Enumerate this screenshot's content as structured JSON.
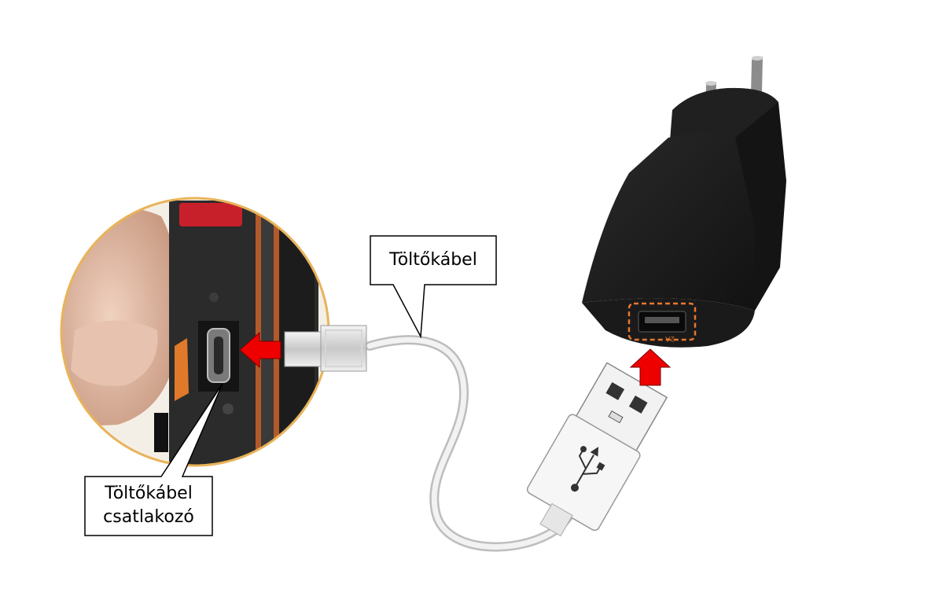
{
  "callouts": {
    "cable": {
      "label": "Töltőkábel"
    },
    "connector": {
      "line1": "Töltőkábel",
      "line2": "csatlakozó"
    }
  },
  "charger": {
    "rating_label": "2A"
  },
  "colors": {
    "arrow": "#ee0000",
    "highlight": "#e8772e",
    "charger_body": "#1c1c1c",
    "cable": "#e6e6e6",
    "device_ring": "#e8b35a"
  },
  "icons": [
    "usb-trident-icon",
    "red-arrow-left-icon",
    "red-arrow-up-icon"
  ]
}
